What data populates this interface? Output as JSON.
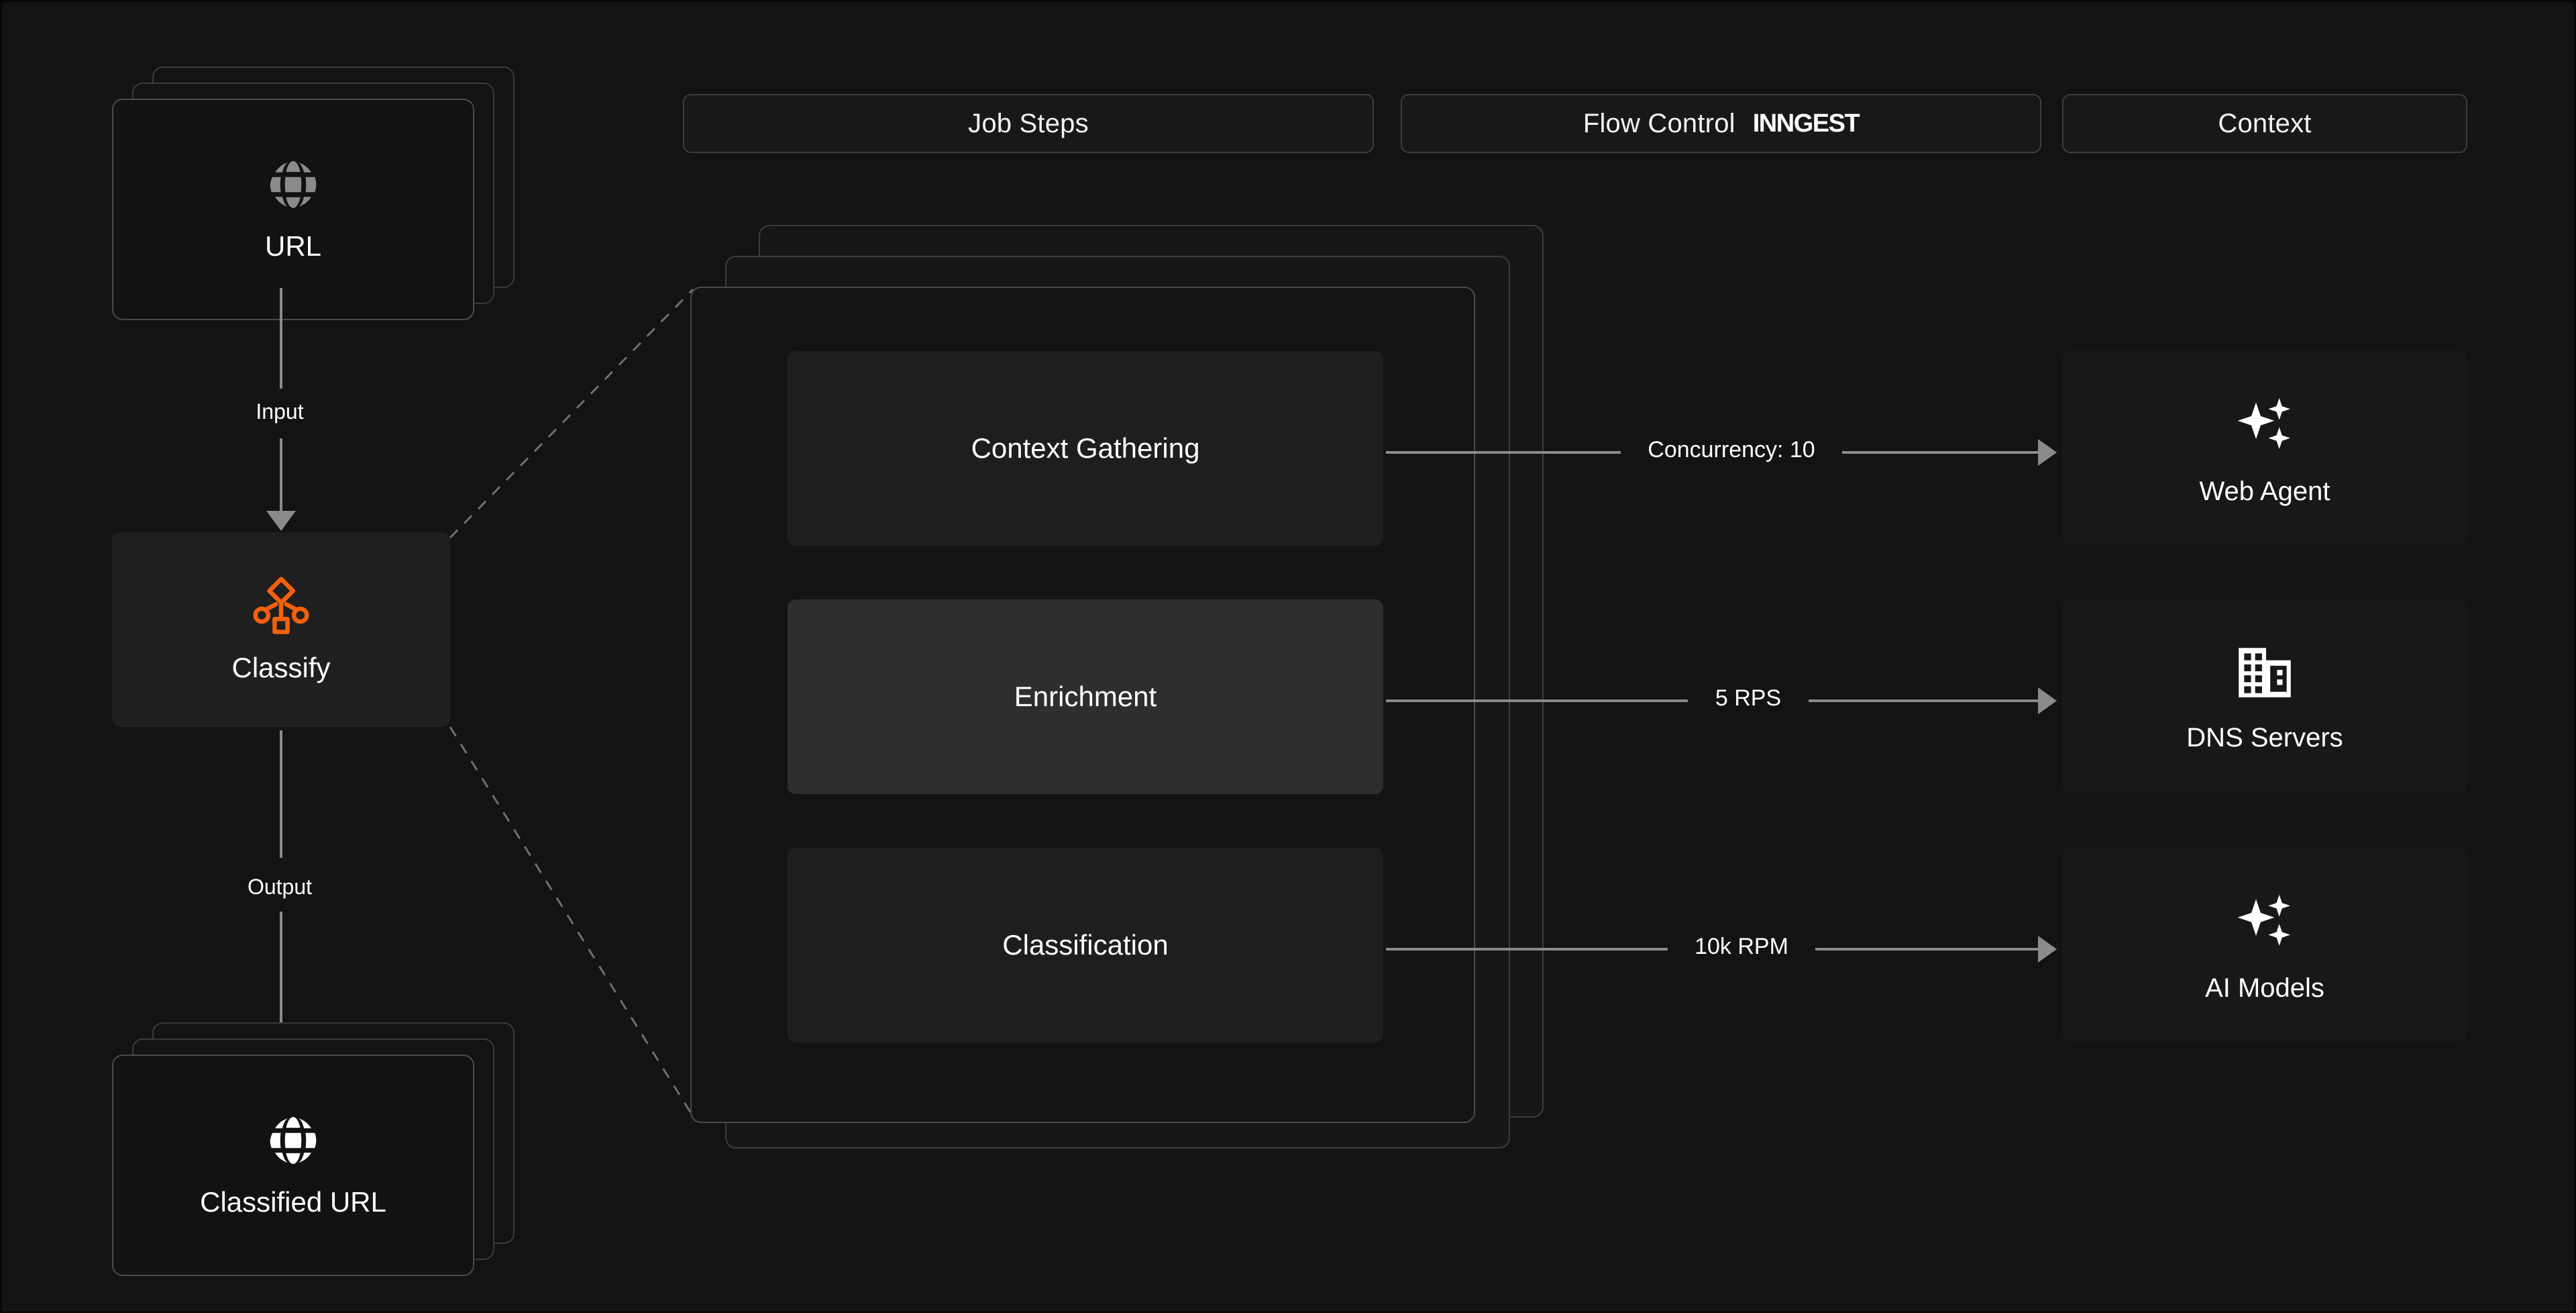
{
  "diagram": {
    "background_color": "#131313",
    "accent_color": "#f4600c",
    "line_color": "#8a8a8a"
  },
  "header": {
    "tabs": [
      {
        "label": "Job Steps",
        "brand": ""
      },
      {
        "label": "Flow Control",
        "brand": "INNGEST"
      },
      {
        "label": "Context",
        "brand": ""
      }
    ]
  },
  "io": {
    "input_node": {
      "label": "URL",
      "icon": "globe-icon"
    },
    "output_node": {
      "label": "Classified URL",
      "icon": "globe-icon"
    }
  },
  "process": {
    "node": {
      "label": "Classify",
      "icon": "workflow-classify-icon"
    },
    "input_edge_label": "Input",
    "output_edge_label": "Output"
  },
  "job_steps": [
    {
      "label": "Context Gathering",
      "highlighted": false
    },
    {
      "label": "Enrichment",
      "highlighted": true
    },
    {
      "label": "Classification",
      "highlighted": false
    }
  ],
  "flow_control": [
    {
      "label": "Concurrency: 10"
    },
    {
      "label": "5 RPS"
    },
    {
      "label": "10k RPM"
    }
  ],
  "context_resources": [
    {
      "label": "Web Agent",
      "icon": "sparkles-icon"
    },
    {
      "label": "DNS Servers",
      "icon": "building-icon"
    },
    {
      "label": "AI Models",
      "icon": "sparkles-icon"
    }
  ]
}
